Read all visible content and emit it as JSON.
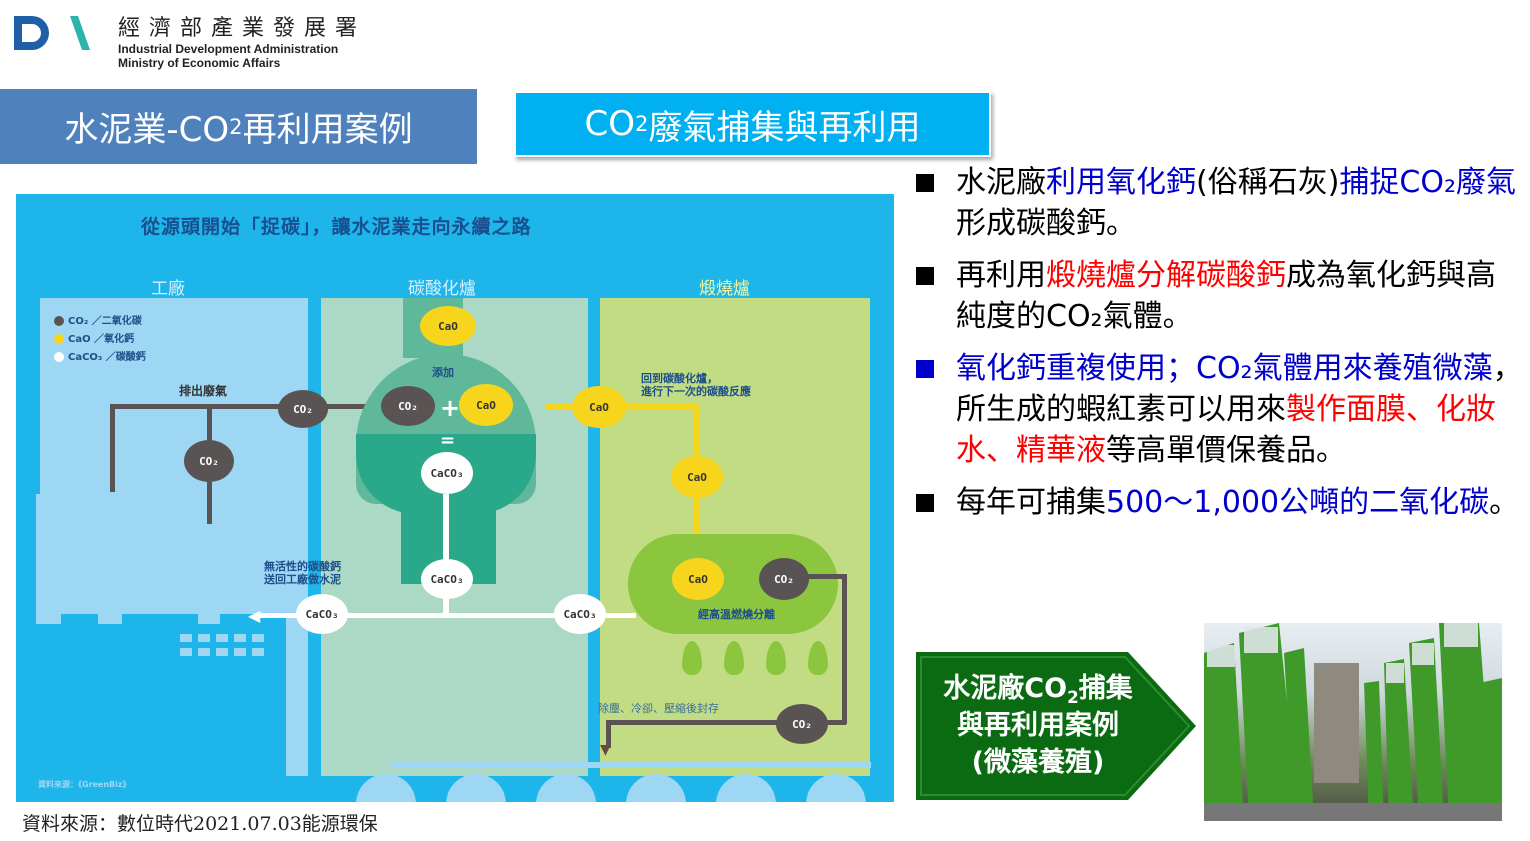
{
  "header": {
    "logo_mark": "D\\",
    "org_cn": "經濟部產業發展署",
    "org_en_line1": "Industrial Development Administration",
    "org_en_line2": "Ministry of Economic Affairs"
  },
  "titles": {
    "left_pre": "水泥業-CO",
    "left_sub": "2",
    "left_post": "再利用案例",
    "right_pre": "CO",
    "right_sub": "2",
    "right_post": "廢氣捕集與再利用"
  },
  "diagram": {
    "title": "從源頭開始「捉碳」，讓水泥業走向永續之路",
    "columns": [
      "工廠",
      "碳酸化爐",
      "煅燒爐"
    ],
    "legend": [
      {
        "label": "CO₂ ／二氧化碳",
        "color": "#5a5353"
      },
      {
        "label": "CaO ／氧化鈣",
        "color": "#f7d51c"
      },
      {
        "label": "CaCO₃ ／碳酸鈣",
        "color": "#ffffff"
      }
    ],
    "labels": {
      "exhaust": "排出廢氣",
      "add": "添加",
      "return_line1": "回到碳酸化爐，",
      "return_line2": "進行下一次的碳酸反應",
      "inactive_line1": "無活性的碳酸鈣",
      "inactive_line2": "送回工廠做水泥",
      "calcine": "經高溫燃燒分離",
      "storage": "除塵、冷卻、壓縮後封存",
      "credit": "資料來源：《GreenBiz》"
    },
    "nodes": {
      "co2": "CO₂",
      "cao": "CaO",
      "caco3": "CaCO₃"
    }
  },
  "bullets": [
    {
      "parts": [
        {
          "text": "水泥廠",
          "color": "black"
        },
        {
          "text": "利用氧化鈣",
          "color": "blue"
        },
        {
          "text": "(俗稱石灰)",
          "color": "black"
        },
        {
          "text": "捕捉CO₂廢氣",
          "color": "blue"
        },
        {
          "text": "形成碳酸鈣。",
          "color": "black"
        }
      ]
    },
    {
      "parts": [
        {
          "text": "再利用",
          "color": "black"
        },
        {
          "text": "煅燒爐分解碳酸鈣",
          "color": "red"
        },
        {
          "text": "成為氧化鈣與高純度的CO₂氣體。",
          "color": "black"
        }
      ]
    },
    {
      "parts": [
        {
          "text": "氧化鈣重複使用；CO₂氣體用來養殖微藻",
          "color": "blue"
        },
        {
          "text": "，所生成的蝦紅素可以用來",
          "color": "black"
        },
        {
          "text": "製作面膜、化妝水、精華液",
          "color": "red"
        },
        {
          "text": "等高單價保養品。",
          "color": "black"
        }
      ]
    },
    {
      "parts": [
        {
          "text": "每年可捕集",
          "color": "black"
        },
        {
          "text": "500～1,000公噸的二氧化碳",
          "color": "blue"
        },
        {
          "text": "。",
          "color": "black"
        }
      ]
    }
  ],
  "callout": {
    "line1_pre": "水泥廠CO",
    "line1_sub": "2",
    "line1_post": "捕集",
    "line2": "與再利用案例",
    "line3": "(微藻養殖)"
  },
  "photo": {
    "alt": "微藻養殖光生物反應器"
  },
  "source": "資料來源：數位時代2021.07.03能源環保",
  "colors": {
    "title_left_bg": "#4f81bd",
    "title_right_bg": "#00b0f0",
    "diagram_bg": "#1eb5ea",
    "callout_green": "#0b6b12",
    "text_blue": "#0000cc",
    "text_red": "#ff0000"
  }
}
